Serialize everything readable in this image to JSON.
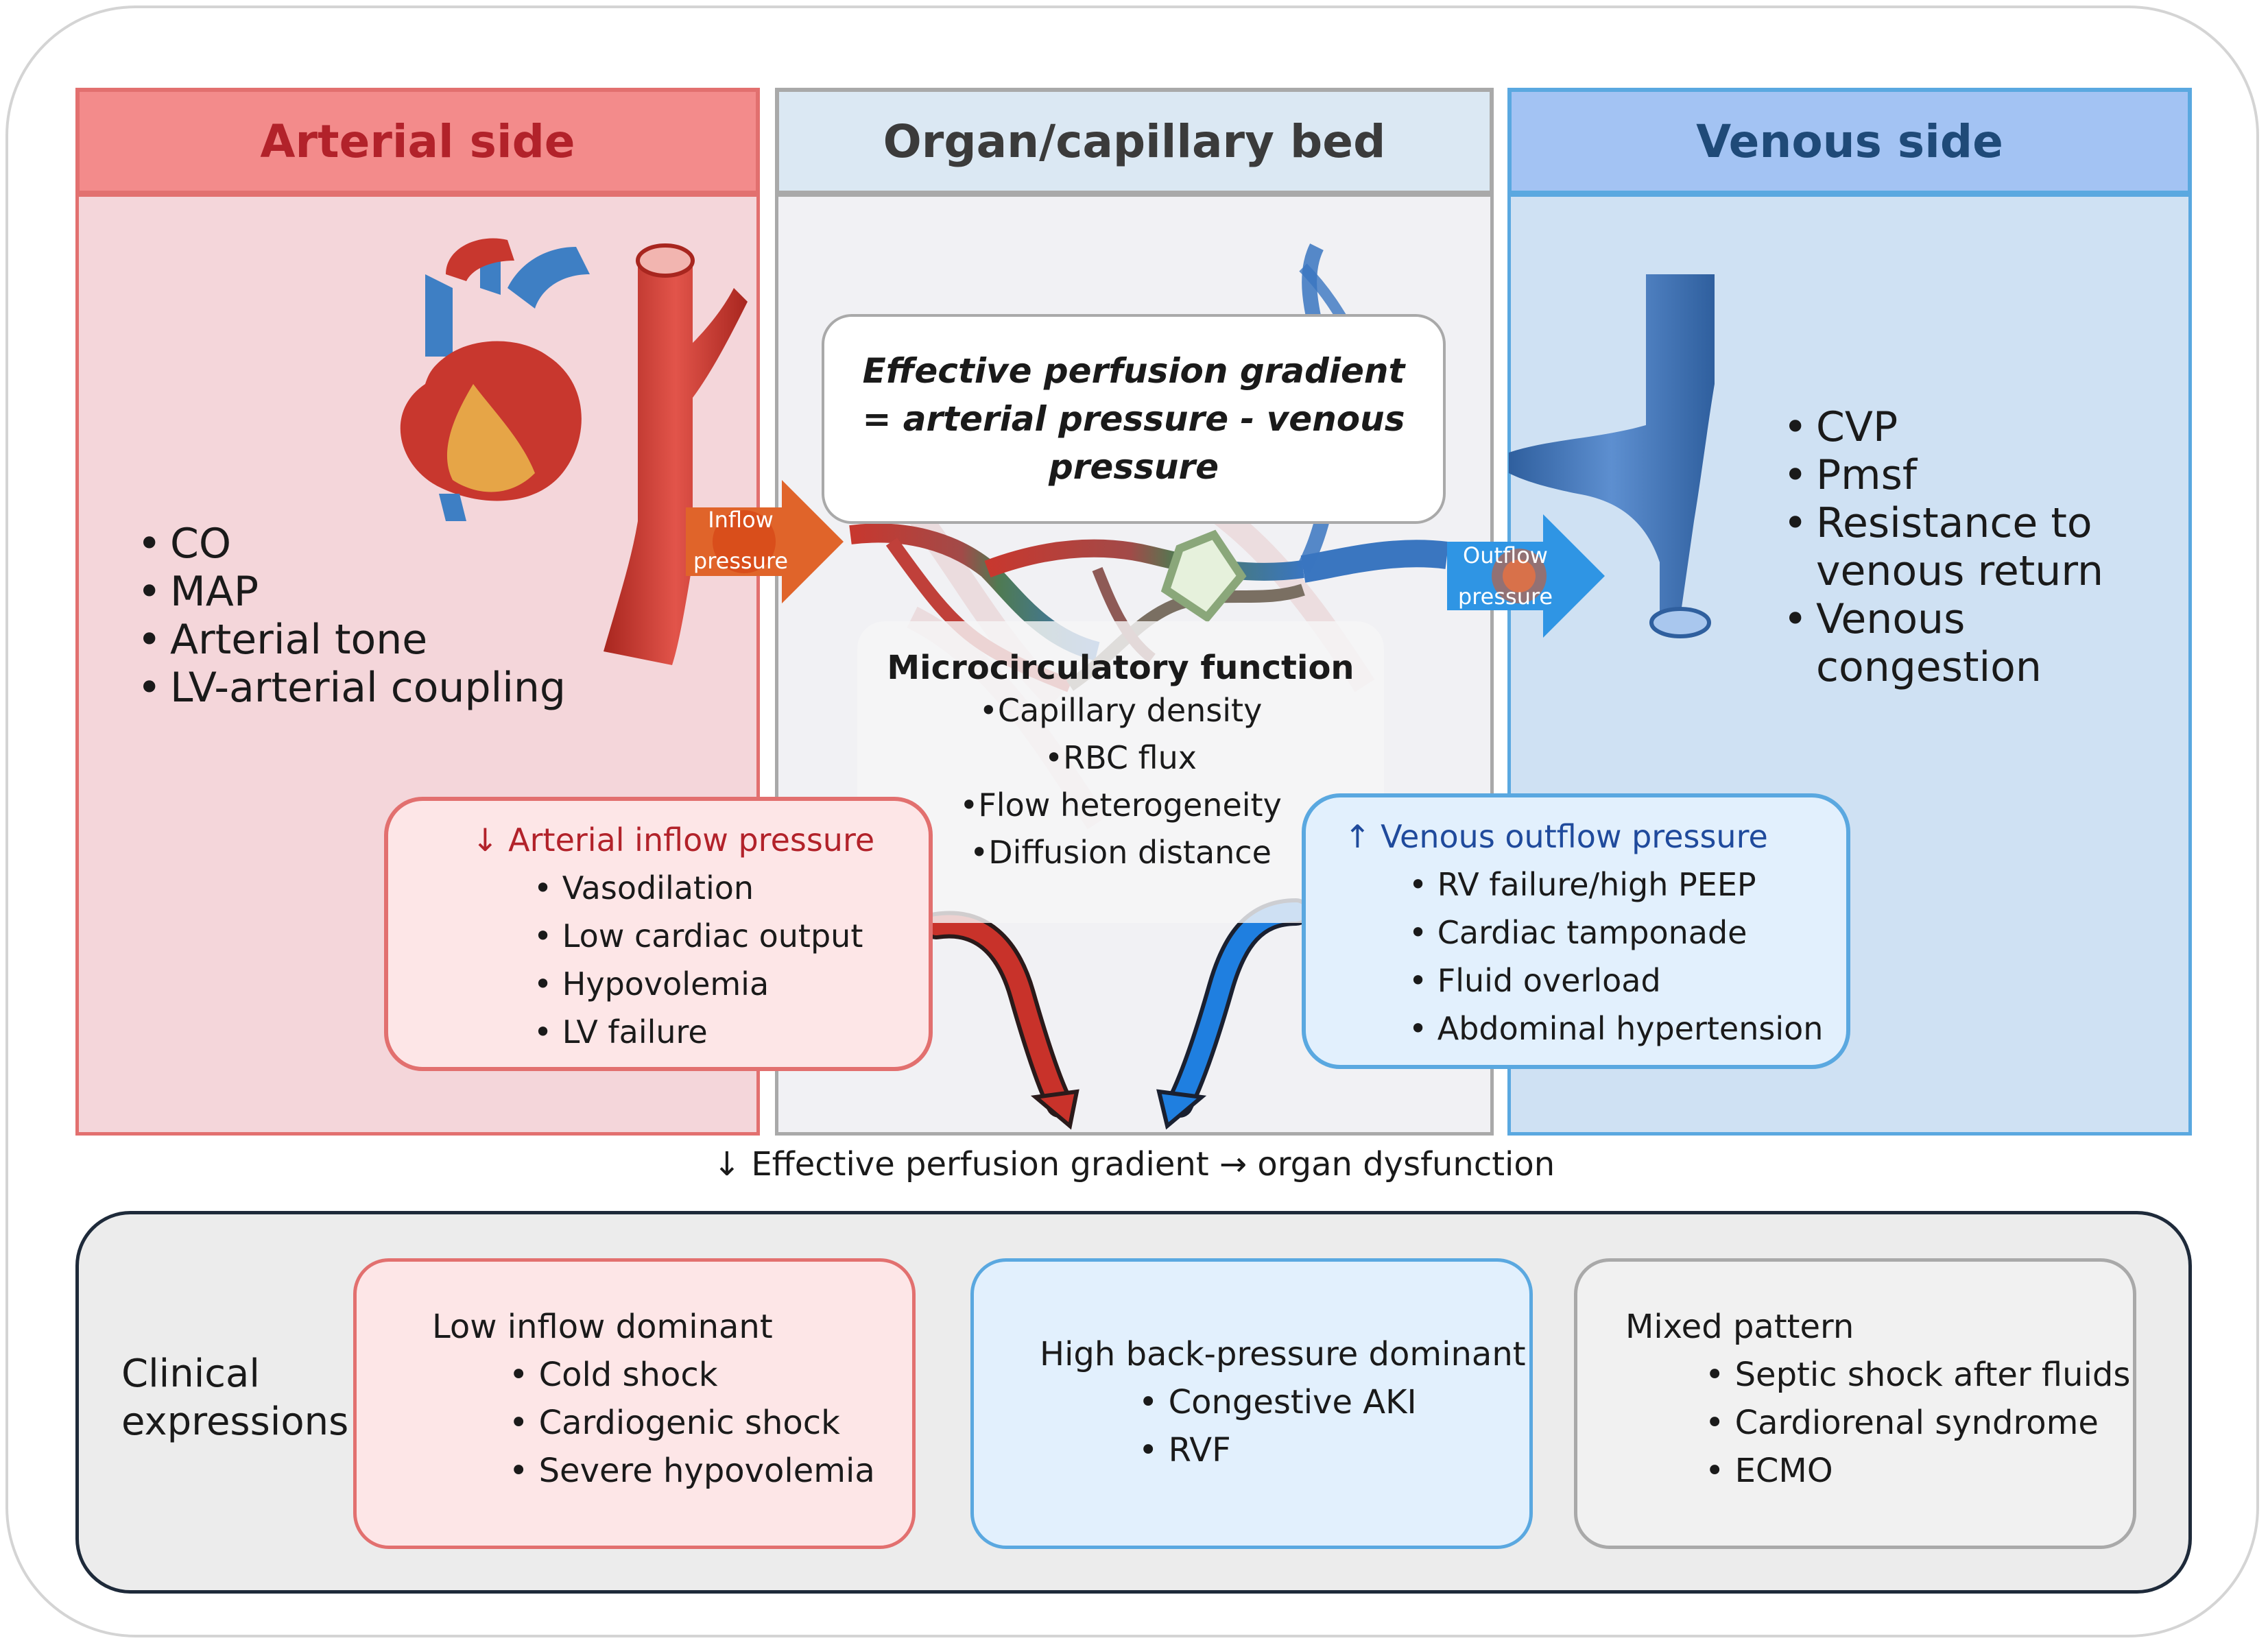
{
  "columns": {
    "arterial": {
      "title": "Arterial side",
      "items": [
        "CO",
        "MAP",
        "Arterial tone",
        "LV-arterial coupling"
      ]
    },
    "organ": {
      "title": "Organ/capillary bed"
    },
    "venous": {
      "title": "Venous side",
      "items": [
        "CVP",
        "Pmsf",
        "Resistance to venous return",
        "Venous congestion"
      ]
    }
  },
  "gradient_box": {
    "text": "Effective perfusion gradient = arterial pressure - venous pressure"
  },
  "inflow_arrow": {
    "line1": "Inflow",
    "line2": "pressure"
  },
  "outflow_arrow": {
    "line1": "Outflow",
    "line2": "pressure"
  },
  "microcirculation": {
    "title": "Microcirculatory function",
    "items": [
      "Capillary density",
      "RBC flux",
      "Flow heterogeneity",
      "Diffusion distance"
    ]
  },
  "arterial_cause": {
    "title": "↓ Arterial inflow pressure",
    "items": [
      "Vasodilation",
      "Low cardiac output",
      "Hypovolemia",
      "LV failure"
    ]
  },
  "venous_cause": {
    "title": "↑ Venous outflow pressure",
    "items": [
      "RV failure/high PEEP",
      "Cardiac tamponade",
      "Fluid overload",
      "Abdominal hypertension"
    ]
  },
  "outcome": "↓ Effective perfusion gradient → organ dysfunction",
  "clinical": {
    "label": "Clinical expressions",
    "boxes": [
      {
        "title": "Low inflow dominant",
        "items": [
          "Cold shock",
          "Cardiogenic shock",
          "Severe hypovolemia"
        ]
      },
      {
        "title": "High back-pressure dominant",
        "items": [
          "Congestive AKI",
          "RVF"
        ]
      },
      {
        "title": "Mixed pattern",
        "items": [
          "Septic shock after fluids",
          "Cardiorenal syndrome",
          "ECMO"
        ]
      }
    ]
  },
  "colors": {
    "arterial_accent": "#e2706f",
    "arterial_text": "#b2222a",
    "venous_accent": "#5aa8e0",
    "venous_text": "#1f4a78",
    "neutral_border": "#a9a9a9",
    "clinical_border": "#1e2a3a"
  },
  "icons": [
    "heart-icon",
    "artery-icon",
    "capillary-network-icon",
    "vein-icon",
    "inflow-arrow-icon",
    "outflow-arrow-icon",
    "red-curved-arrow-icon",
    "blue-curved-arrow-icon"
  ]
}
